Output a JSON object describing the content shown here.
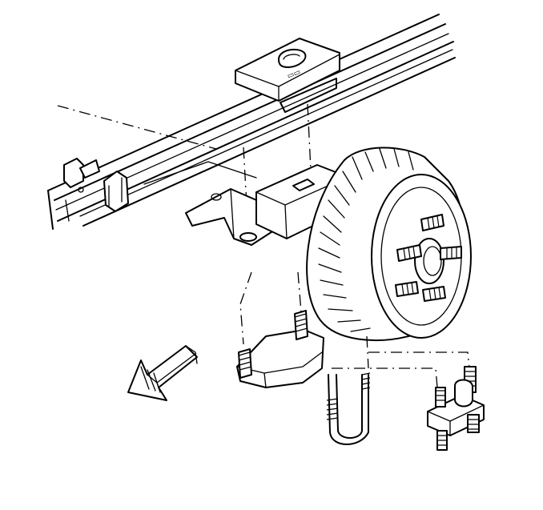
{
  "diagram": {
    "components": [
      "leaf-spring",
      "spring-clamp",
      "axle-spring-seat-bracket",
      "brake-drum",
      "wheel-studs",
      "spring-plate",
      "u-bolt",
      "u-bolt-clamp-block",
      "front-direction-arrow"
    ],
    "stroke_color": "#000000",
    "background_color": "#ffffff",
    "arrow_direction": "lower-left"
  }
}
